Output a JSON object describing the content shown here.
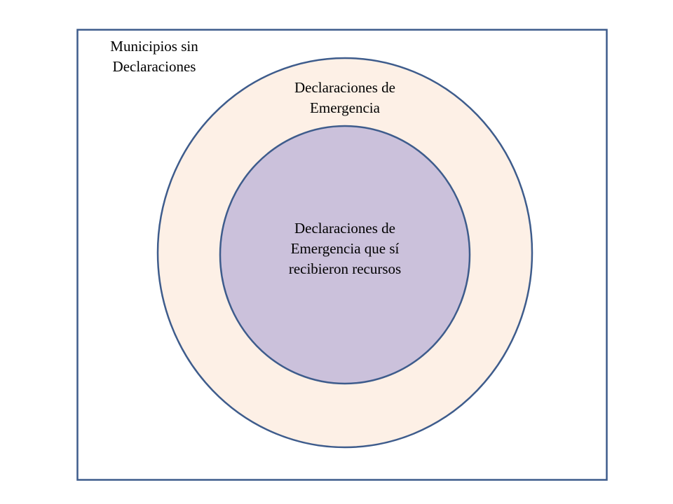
{
  "diagram": {
    "outer_label": "Municipios sin Declaraciones",
    "outer_label_lines": [
      "Municipios sin",
      "Declaraciones"
    ],
    "middle_label_lines": [
      "Declaraciones de",
      "Emergencia"
    ],
    "inner_label_lines": [
      "Declaraciones de",
      "Emergencia que sí",
      "recibieron recursos"
    ],
    "colors": {
      "stroke": "#3E5C8C",
      "middle_fill": "#FDF0E6",
      "inner_fill": "#CBC1DB",
      "background": "#FFFFFF"
    }
  }
}
